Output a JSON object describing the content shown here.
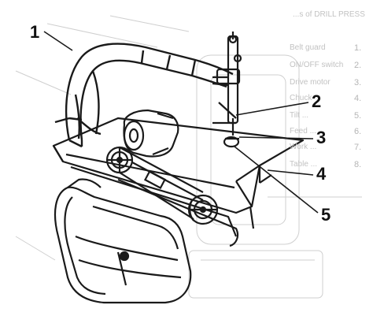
{
  "callouts": [
    {
      "id": "1",
      "label": "1"
    },
    {
      "id": "2",
      "label": "2"
    },
    {
      "id": "3",
      "label": "3"
    },
    {
      "id": "4",
      "label": "4"
    },
    {
      "id": "5",
      "label": "5"
    }
  ],
  "background_text": {
    "heading": "...s of DRILL PRESS",
    "items": [
      "Belt guard",
      "ON/OFF switch",
      "Drive motor",
      "Chuck",
      "Tilt ...",
      "Feed ...",
      "Work ...",
      "Table ..."
    ],
    "numbers": [
      "1.",
      "2.",
      "3.",
      "4.",
      "5.",
      "6.",
      "7.",
      "8."
    ]
  },
  "colors": {
    "ink": "#1a1a1a",
    "faint": "#c8c8c8",
    "paper": "#ffffff"
  }
}
